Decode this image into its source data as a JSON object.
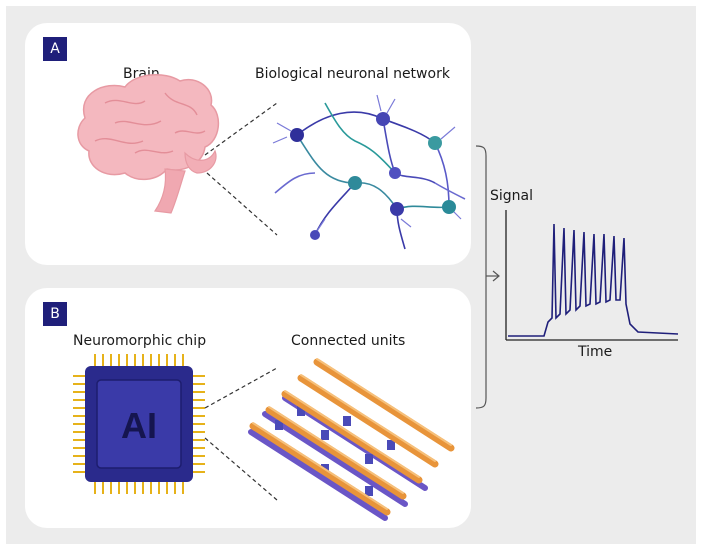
{
  "panel_a": {
    "badge": "A",
    "brain_label": "Brain",
    "network_label": "Biological neuronal network"
  },
  "panel_b": {
    "badge": "B",
    "chip_label": "Neuromorphic chip",
    "chip_text": "AI",
    "units_label": "Connected units"
  },
  "signal_plot": {
    "y_label": "Signal",
    "x_label": "Time"
  },
  "colors": {
    "badge": "#1f1f7a",
    "chip": "#2a2a8c",
    "chip_pins": "#e6b21a",
    "brain": "#f4b8bf",
    "signal_line": "#1f1f7a",
    "bar_orange": "#e8943a",
    "bar_purple": "#6a56c6"
  }
}
